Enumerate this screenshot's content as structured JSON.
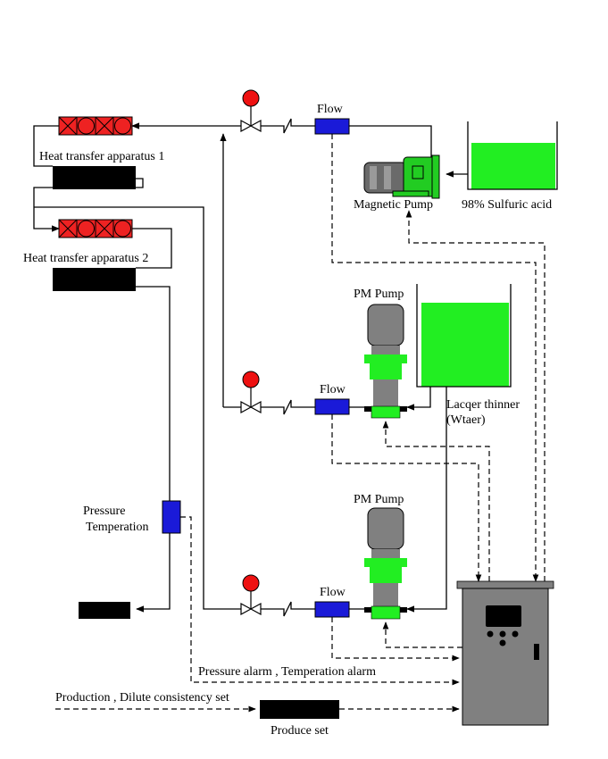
{
  "labels": {
    "flow_top": "Flow",
    "flow_mid": "Flow",
    "flow_bottom": "Flow",
    "heat_transfer_1": "Heat transfer apparatus 1",
    "heat_transfer_2": "Heat transfer apparatus 2",
    "magnetic_pump": "Magnetic Pump",
    "sulfuric_acid": "98% Sulfuric acid",
    "pm_pump_top": "PM Pump",
    "pm_pump_bottom": "PM Pump",
    "lacquer_thinner_1": "Lacqer thinner",
    "lacquer_thinner_2": "(Wtaer)",
    "pressure": "Pressure",
    "temperation": "Temperation",
    "alarm": "Pressure alarm , Temperation alarm",
    "production": "Production , Dilute consistency set",
    "produce_set": "Produce set"
  },
  "colors": {
    "acid_tank": "#22ee22",
    "heater_red": "#ee2222",
    "flow_meter": "#1a1ad8",
    "pump_gray": "#808080",
    "valve_red": "#ee1111",
    "control_panel": "#808080"
  },
  "icons": {
    "valve": "gate-valve-icon",
    "check_valve": "check-valve-icon",
    "pressure_gauge": "pressure-gauge-icon"
  }
}
